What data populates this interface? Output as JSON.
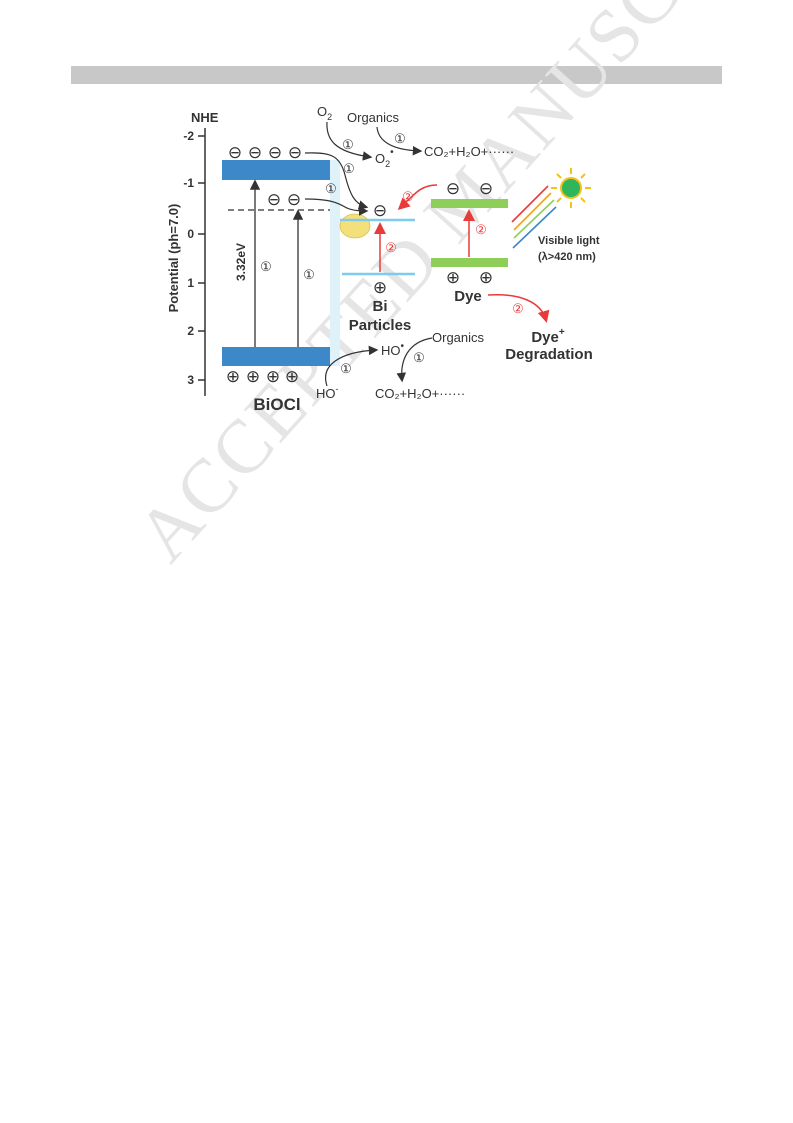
{
  "watermark": "ACCEPTED MANUSCRIPT",
  "axis": {
    "title": "NHE",
    "ylabel": "Potential (ph=7.0)",
    "ticks": [
      "-2",
      "-1",
      "0",
      "1",
      "2",
      "3"
    ]
  },
  "labels": {
    "biocl": "BiOCl",
    "band_gap": "3.32eV",
    "bi_line1": "Bi",
    "bi_line2": "Particles",
    "dye": "Dye",
    "dye_plus": "Dye",
    "dye_plus_sup": "+",
    "degradation": "Degradation",
    "visible_light": "Visible light",
    "wavelength": "(λ>420 nm)",
    "organics_top": "Organics",
    "organics_bottom": "Organics",
    "o2": "O",
    "o2_sub": "2",
    "o2_radical": "O",
    "o2_radical_sub": "2",
    "o2_radical_sup": "•",
    "co2_top": "CO₂+H₂O+······",
    "co2_bottom": "CO₂+H₂O+······",
    "ho_radical": "HO",
    "ho_radical_sup": "•",
    "ho_minus": "HO",
    "ho_minus_sup": "-"
  },
  "markers": {
    "step1": "①",
    "step2": "②",
    "electron": "⊖",
    "hole": "⊕"
  },
  "colors": {
    "biocl_band": "#3c88c8",
    "bi_level": "#7ecbee",
    "bi_particle": "#f4e07a",
    "dye_band": "#8ecf5a",
    "red_arrow": "#e83a3a",
    "dark_arrow": "#333333",
    "sun": "#2fb55a",
    "sun_rays": "#f2c21a"
  }
}
